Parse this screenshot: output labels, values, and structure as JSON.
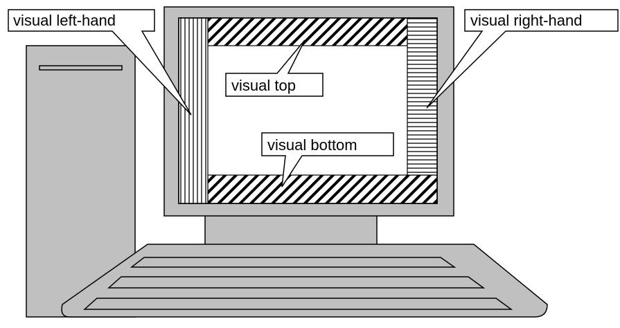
{
  "labels": {
    "left": "visual left-hand",
    "right": "visual right-hand",
    "top": "visual top",
    "bottom": "visual bottom"
  },
  "colors": {
    "device_fill": "#c0c0c0",
    "screen_fill": "#ffffff",
    "stroke": "#000000"
  }
}
